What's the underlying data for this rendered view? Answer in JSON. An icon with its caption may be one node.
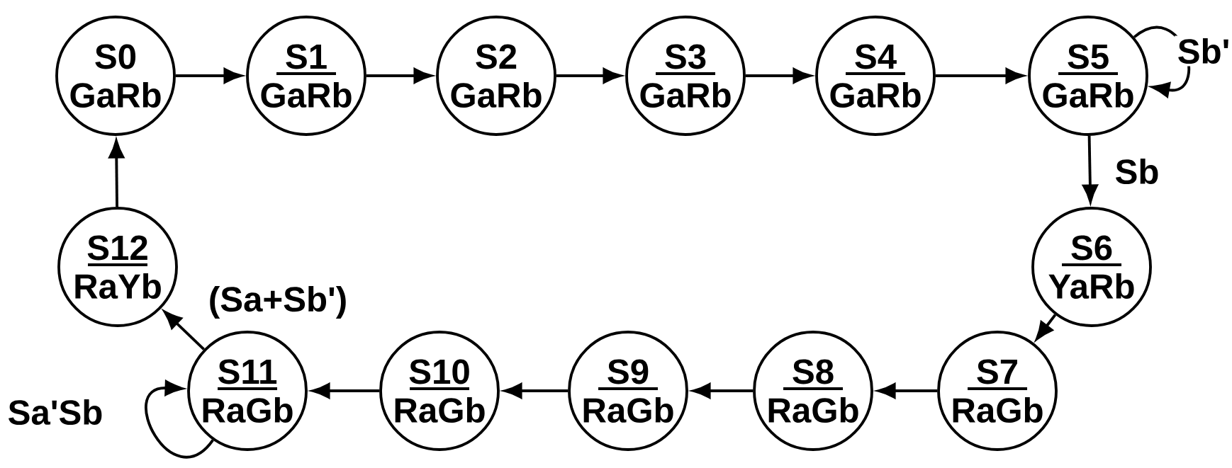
{
  "diagram": {
    "nodes": [
      {
        "text": [
          "S0",
          "GaRb"
        ]
      },
      {
        "text": [
          "S1",
          "GaRb"
        ]
      },
      {
        "text": [
          "S2",
          "GaRb"
        ]
      },
      {
        "text": [
          "S3",
          "GaRb"
        ]
      },
      {
        "text": [
          "S4",
          "GaRb"
        ]
      },
      {
        "text": [
          "S5",
          "GaRb"
        ]
      },
      {
        "text": [
          "S6",
          "YaRb"
        ]
      },
      {
        "text": [
          "S7",
          "RaGb"
        ]
      },
      {
        "text": [
          "S8",
          "RaGb"
        ]
      },
      {
        "text": [
          "S9",
          "RaGb"
        ]
      },
      {
        "text": [
          "S10",
          "RaGb"
        ]
      },
      {
        "text": [
          "S11",
          "RaGb"
        ]
      },
      {
        "text": [
          "S12",
          "RaYb"
        ]
      }
    ],
    "edges": [
      {
        "from": 0,
        "to": 1,
        "arrow": "to"
      },
      {
        "from": 1,
        "to": 2,
        "arrow": "to"
      },
      {
        "from": 2,
        "to": 3,
        "arrow": "to"
      },
      {
        "from": 3,
        "to": 4,
        "arrow": "to"
      },
      {
        "from": 4,
        "to": 5,
        "arrow": "to"
      },
      {
        "from": 5,
        "to": 5,
        "arrow": "to",
        "label": "Sb'"
      },
      {
        "from": 5,
        "to": 6,
        "arrow": "to",
        "label": "Sb"
      },
      {
        "from": 6,
        "to": 7,
        "arrow": "to"
      },
      {
        "from": 7,
        "to": 8,
        "arrow": "to"
      },
      {
        "from": 8,
        "to": 9,
        "arrow": "to"
      },
      {
        "from": 9,
        "to": 10,
        "arrow": "to"
      },
      {
        "from": 10,
        "to": 11,
        "arrow": "to"
      },
      {
        "from": 11,
        "to": 11,
        "arrow": "to",
        "label": "Sa'Sb"
      },
      {
        "from": 11,
        "to": 12,
        "arrow": "to",
        "label": "(Sa+Sb')"
      },
      {
        "from": 12,
        "to": 0,
        "arrow": "to"
      }
    ]
  }
}
